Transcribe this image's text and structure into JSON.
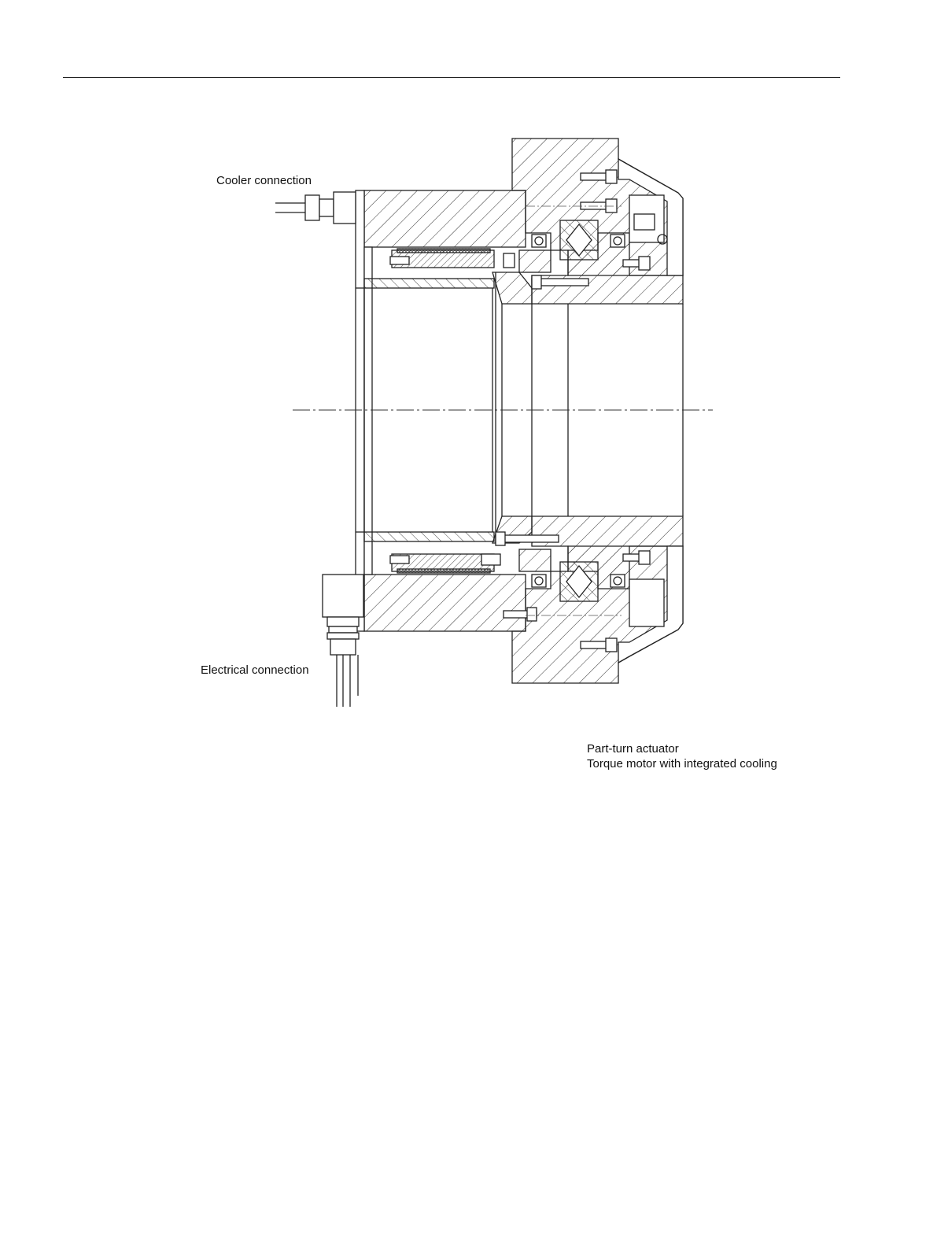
{
  "labels": {
    "cooler_connection": "Cooler connection",
    "electrical_connection": "Electrical connection"
  },
  "caption": {
    "line1": "Part-turn actuator",
    "line2": "Torque motor with integrated cooling"
  }
}
